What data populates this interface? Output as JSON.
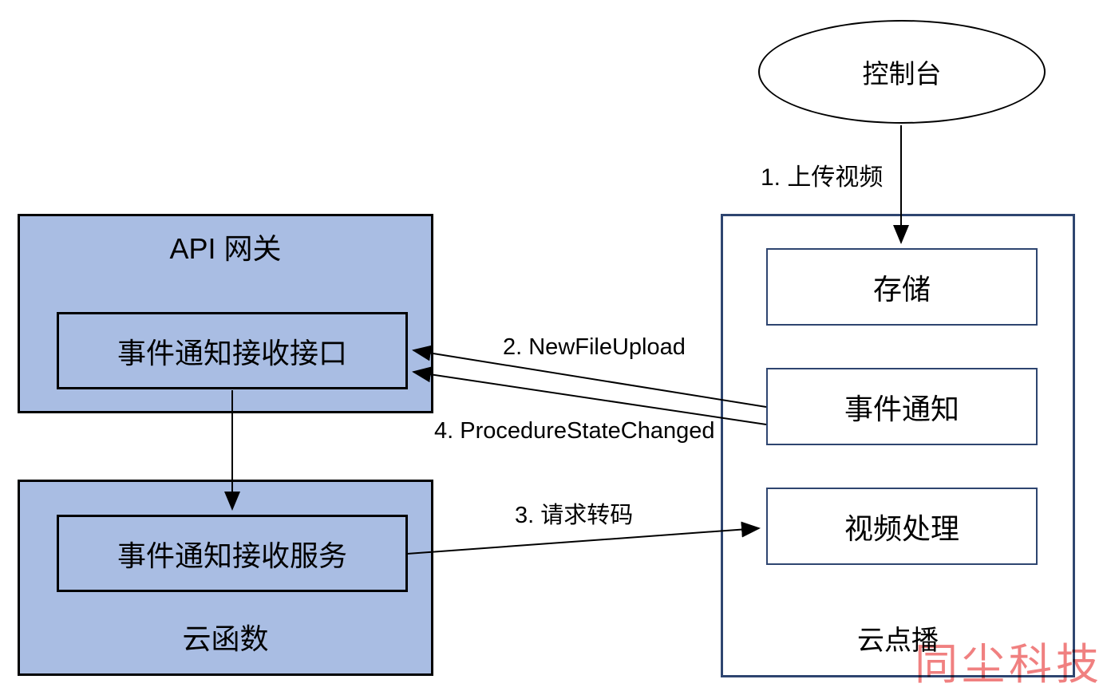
{
  "nodes": {
    "console": "控制台",
    "api_gateway": "API 网关",
    "gateway_interface": "事件通知接收接口",
    "cloud_function": "云函数",
    "function_service": "事件通知接收服务",
    "vod": "云点播",
    "storage": "存储",
    "event_notification": "事件通知",
    "video_processing": "视频处理"
  },
  "edges": {
    "upload_video": "1. 上传视频",
    "new_file_upload": "2. NewFileUpload",
    "request_transcode": "3. 请求转码",
    "procedure_state_changed": "4. ProcedureStateChanged"
  },
  "watermark": "同尘科技",
  "colors": {
    "panel_fill": "#a9bde3",
    "panel_border": "#000000",
    "vod_border": "#2e4570",
    "arrow": "#000000",
    "watermark": "#f08080"
  }
}
